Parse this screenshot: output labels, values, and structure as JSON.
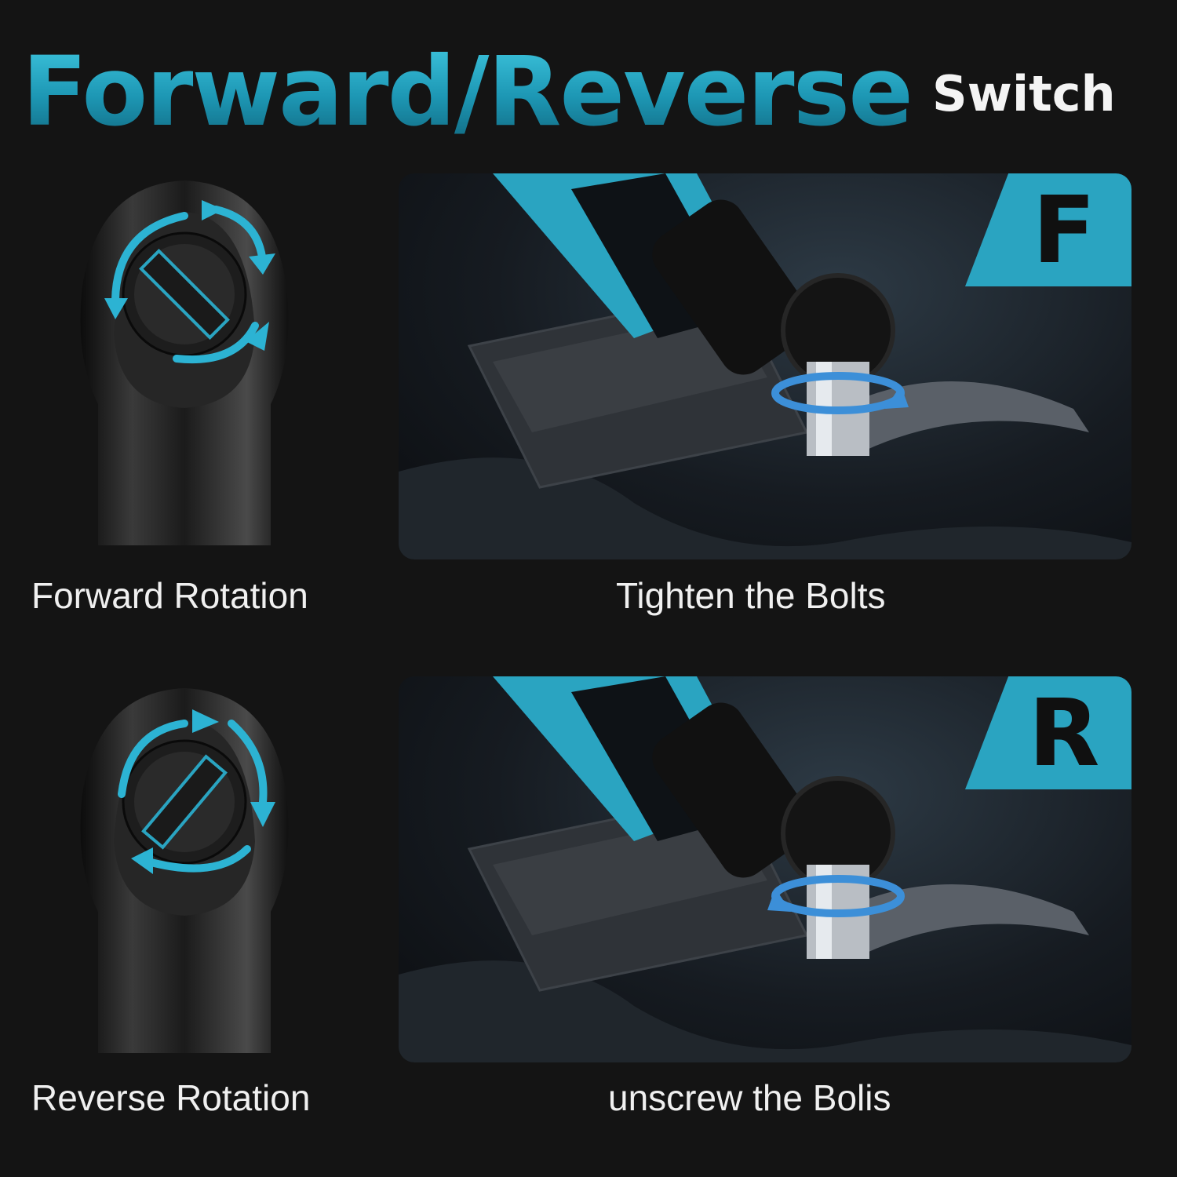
{
  "title": {
    "main": "Forward/Reverse",
    "sub": "Switch"
  },
  "colors": {
    "accent": "#2aa4c1",
    "background": "#141414",
    "text": "#f0f0f0"
  },
  "panels": [
    {
      "wrench_caption": "Forward Rotation",
      "photo_caption": "Tighten the Bolts",
      "badge": "F",
      "icon": "clockwise-arrows-icon"
    },
    {
      "wrench_caption": "Reverse Rotation",
      "photo_caption": "unscrew the Bolis",
      "badge": "R",
      "icon": "counterclockwise-arrows-icon"
    }
  ]
}
